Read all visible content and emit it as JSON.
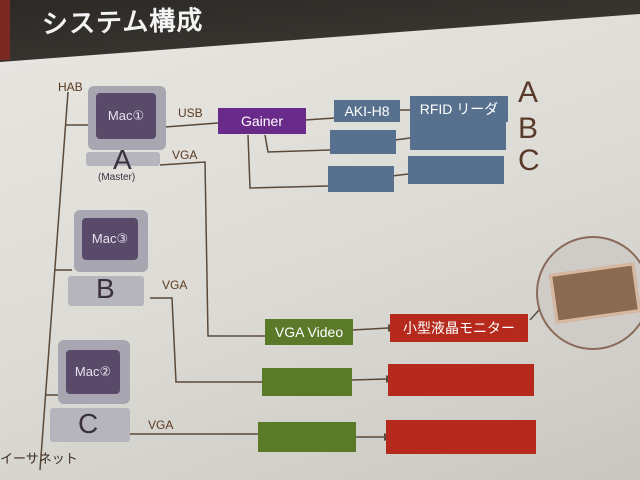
{
  "title": "システム構成",
  "hub_label": "HAB",
  "ethernet_label": "イーサネット",
  "computers": [
    {
      "screen": "Mac①",
      "letter": "A",
      "note": "(Master)"
    },
    {
      "screen": "Mac③",
      "letter": "B",
      "note": ""
    },
    {
      "screen": "Mac②",
      "letter": "C",
      "note": ""
    }
  ],
  "connections": {
    "usb": "USB",
    "vga_a": "VGA",
    "vga_b": "VGA",
    "vga_c": "VGA"
  },
  "gainer": "Gainer",
  "chain_a": {
    "board": "AKI-H8",
    "reader": "RFID リーダ",
    "letter": "A"
  },
  "chain_b": {
    "letter": "B"
  },
  "chain_c": {
    "letter": "C"
  },
  "video_box": "VGA Video",
  "monitor_box": "小型液晶モニター",
  "colors": {
    "title_bar": "#2c2a26",
    "blue_box": "#56708e",
    "purple_box": "#6a2a8a",
    "green_box": "#5a7a2a",
    "red_box": "#b52a1c"
  }
}
